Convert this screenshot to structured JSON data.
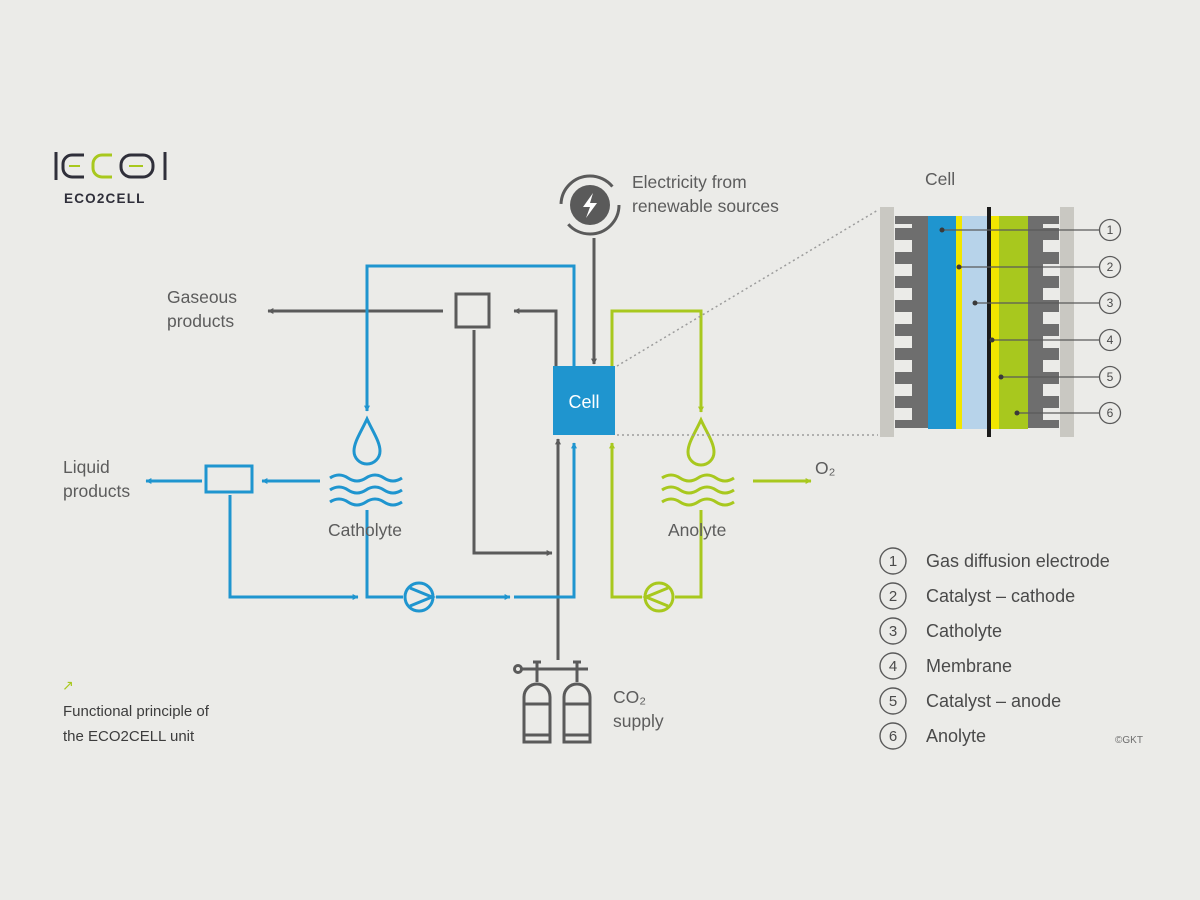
{
  "logo": {
    "name": "ECO2CELL"
  },
  "labels": {
    "electricity_line1": "Electricity from",
    "electricity_line2": "renewable sources",
    "gaseous_line1": "Gaseous",
    "gaseous_line2": "products",
    "liquid_line1": "Liquid",
    "liquid_line2": "products",
    "cell_center": "Cell",
    "cell_detail_title": "Cell",
    "catholyte": "Catholyte",
    "anolyte": "Anolyte",
    "o2": "O₂",
    "co2_line1": "CO₂",
    "co2_line2": "supply"
  },
  "caption": {
    "arrow": "↗",
    "line1": "Functional principle of",
    "line2": "the ECO2CELL unit"
  },
  "layers": [
    {
      "n": "1",
      "name": "Gas diffusion electrode"
    },
    {
      "n": "2",
      "name": "Catalyst – cathode"
    },
    {
      "n": "3",
      "name": "Catholyte"
    },
    {
      "n": "4",
      "name": "Membrane"
    },
    {
      "n": "5",
      "name": "Catalyst – anode"
    },
    {
      "n": "6",
      "name": "Anolyte"
    }
  ],
  "copyright": "©GKT",
  "colors": {
    "blue": "#1f95cf",
    "green": "#a8c81e",
    "gray": "#5a5a5a",
    "light_blue": "#b7d3ea",
    "yellow": "#f1e600",
    "frame": "#c9c8c2"
  },
  "icons": [
    "lightning-recycle-icon",
    "droplet-icon",
    "wave-icon",
    "pump-icon",
    "gas-cylinder-icon",
    "arrow-icon"
  ]
}
